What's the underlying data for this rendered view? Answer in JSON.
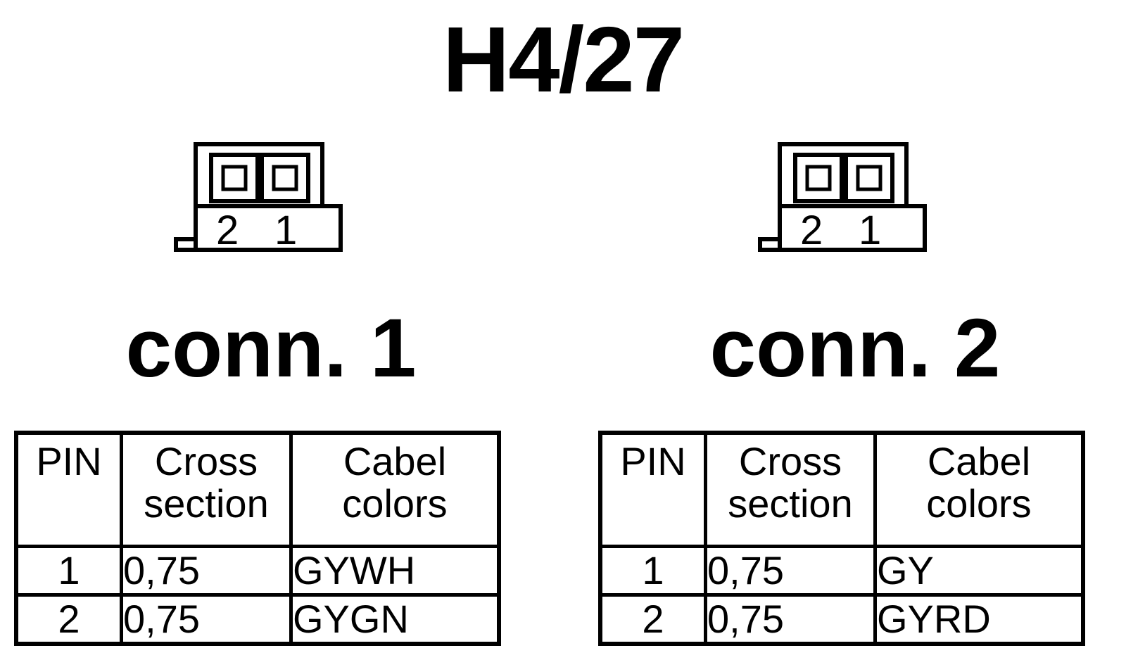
{
  "title": "H4/27",
  "connectors": [
    {
      "label": "conn. 1",
      "pin_labels": [
        "2",
        "1"
      ],
      "table": {
        "headers": {
          "pin": "PIN",
          "cross": [
            "Cross",
            "section"
          ],
          "colors": [
            "Cabel",
            "colors"
          ]
        },
        "rows": [
          {
            "pin": "1",
            "cross": "0,75",
            "color": "GYWH"
          },
          {
            "pin": "2",
            "cross": "0,75",
            "color": "GYGN"
          }
        ]
      }
    },
    {
      "label": "conn. 2",
      "pin_labels": [
        "2",
        "1"
      ],
      "table": {
        "headers": {
          "pin": "PIN",
          "cross": [
            "Cross",
            "section"
          ],
          "colors": [
            "Cabel",
            "colors"
          ]
        },
        "rows": [
          {
            "pin": "1",
            "cross": "0,75",
            "color": "GY"
          },
          {
            "pin": "2",
            "cross": "0,75",
            "color": "GYRD"
          }
        ]
      }
    }
  ]
}
